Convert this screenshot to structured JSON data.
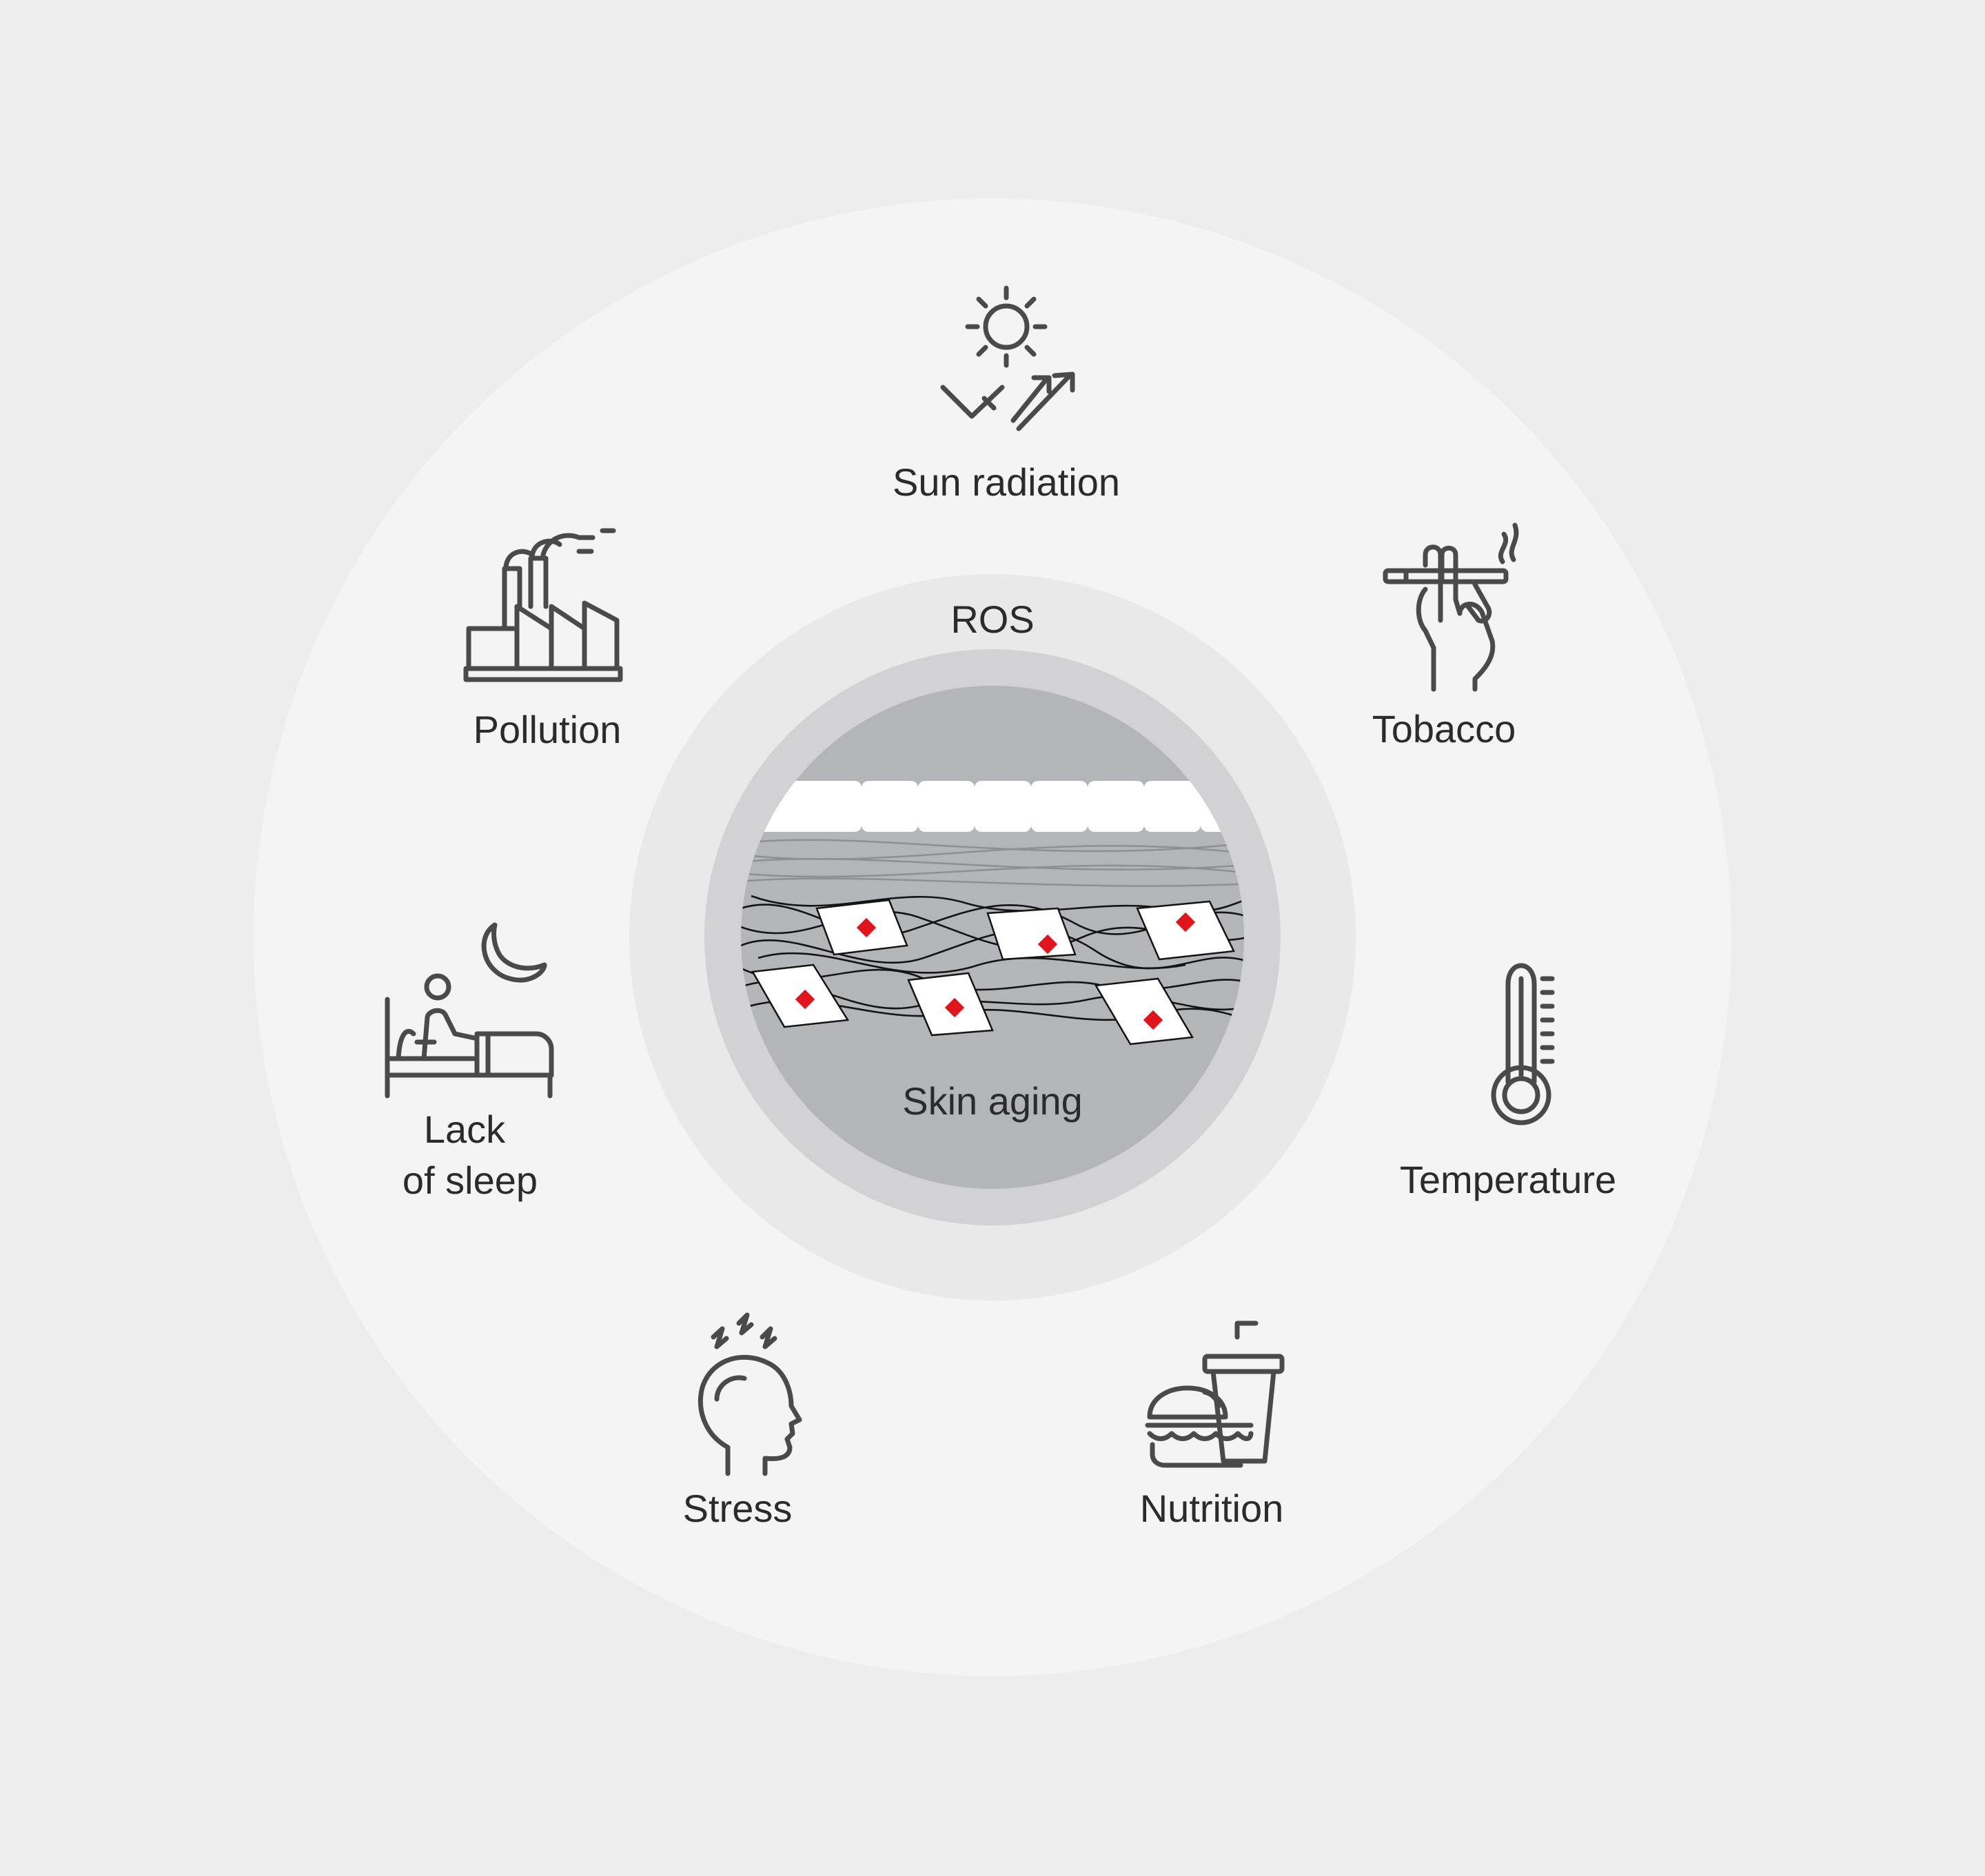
{
  "center": {
    "ros_label": "ROS",
    "title": "Skin aging"
  },
  "factors": [
    {
      "label": "Sun radiation",
      "icon": "sun-radiation-icon"
    },
    {
      "label": "Tobacco",
      "icon": "cigarette-hand-icon"
    },
    {
      "label": "Temperature",
      "icon": "thermometer-icon"
    },
    {
      "label": "Nutrition",
      "icon": "burger-drink-icon"
    },
    {
      "label": "Stress",
      "icon": "stressed-head-icon"
    },
    {
      "label": "Lack",
      "label2": "of sleep",
      "icon": "bed-moon-icon"
    },
    {
      "label": "Pollution",
      "icon": "factory-icon"
    }
  ],
  "colors": {
    "background": "#ededee",
    "outer_ring": "#f3f4f3",
    "ros_ring": "#e9e9ea",
    "inner_ring": "#d2d2d5",
    "core": "#b4b5b8",
    "accent_red": "#e1141b",
    "icon_stroke": "#4a4a4a"
  }
}
